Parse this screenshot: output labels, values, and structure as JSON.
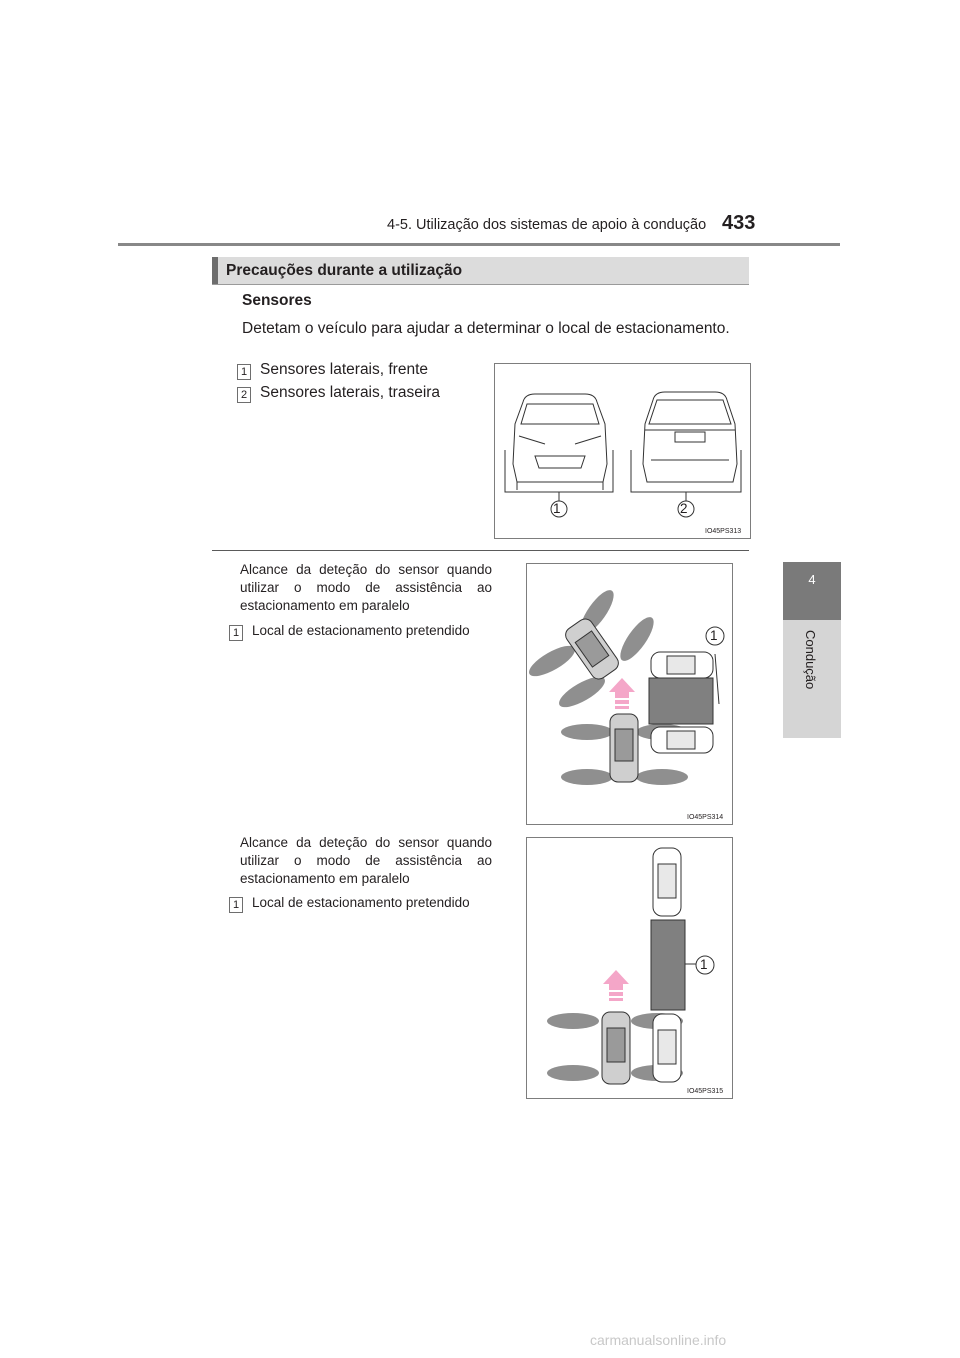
{
  "header": {
    "section_title": "4-5. Utilização dos sistemas de apoio à condução",
    "page_number": "433"
  },
  "side_tab": {
    "chapter_number": "4",
    "chapter_label": "Condução"
  },
  "section": {
    "title": "Precauções durante a utilização",
    "sensors_heading": "Sensores",
    "sensors_body": "Detetam o veículo para ajudar a determinar o local de estacionamento.",
    "sensor_items": [
      {
        "num": "1",
        "label": "Sensores laterais, frente"
      },
      {
        "num": "2",
        "label": "Sensores laterais, traseira"
      }
    ],
    "figure1": {
      "code": "IO45PS313",
      "callouts": [
        "1",
        "2"
      ]
    }
  },
  "block1": {
    "text": "Alcance da deteção do sensor quando utilizar o modo de assistência ao estacionamento em paralelo",
    "item_num": "1",
    "item_label": "Local de estacionamento pretendido",
    "figure": {
      "code": "IO45PS314",
      "callout": "1"
    }
  },
  "block2": {
    "text": "Alcance da deteção do sensor quando utilizar o modo de assistência ao estacionamento em paralelo",
    "item_num": "1",
    "item_label": "Local de estacionamento pretendido",
    "figure": {
      "code": "IO45PS315",
      "callout": "1"
    }
  },
  "watermark": "carmanualsonline.info",
  "colors": {
    "arrow": "#f4a6c8",
    "sensor_lobe": "#8f8f8f",
    "parking_space": "#808080",
    "tab": "#7a7a7a"
  }
}
